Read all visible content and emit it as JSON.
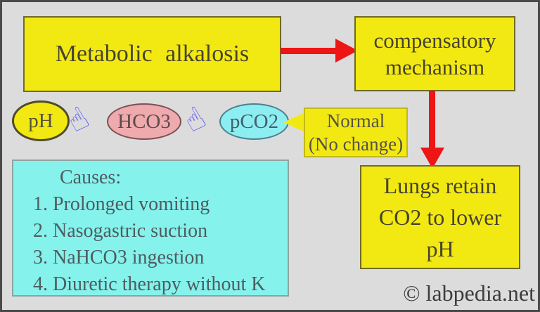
{
  "boxes": {
    "metabolic": {
      "label": "Metabolic alkalosis",
      "fill": "#f3e912"
    },
    "compensatory": {
      "label": "compensatory mechanism",
      "fill": "#f3e912"
    },
    "lungs": {
      "label": "Lungs retain CO2 to lower pH",
      "fill": "#f3e912"
    }
  },
  "indicators": {
    "ph": {
      "label": "pH",
      "fill": "#f3e912"
    },
    "hco3": {
      "label": "HCO3",
      "fill": "#efaaad"
    },
    "pco2": {
      "label": "pCO2",
      "fill": "#8deef2"
    }
  },
  "callout": {
    "line1": "Normal",
    "line2": "(No change)",
    "fill": "#f3e912"
  },
  "causes": {
    "heading": "Causes:",
    "items": [
      "1. Prolonged vomiting",
      "2. Nasogastric suction",
      "3. NaHCO3 ingestion",
      "4. Diuretic therapy without K"
    ],
    "fill": "#85f2ec"
  },
  "footer": {
    "credit": "© labpedia.net"
  },
  "icons": {
    "pointing_hand": "☝"
  },
  "colors": {
    "background": "#dcdcdc",
    "frame": "#4a4a4a",
    "arrow_red": "#ee1515",
    "hand_purple": "#6765ea"
  }
}
